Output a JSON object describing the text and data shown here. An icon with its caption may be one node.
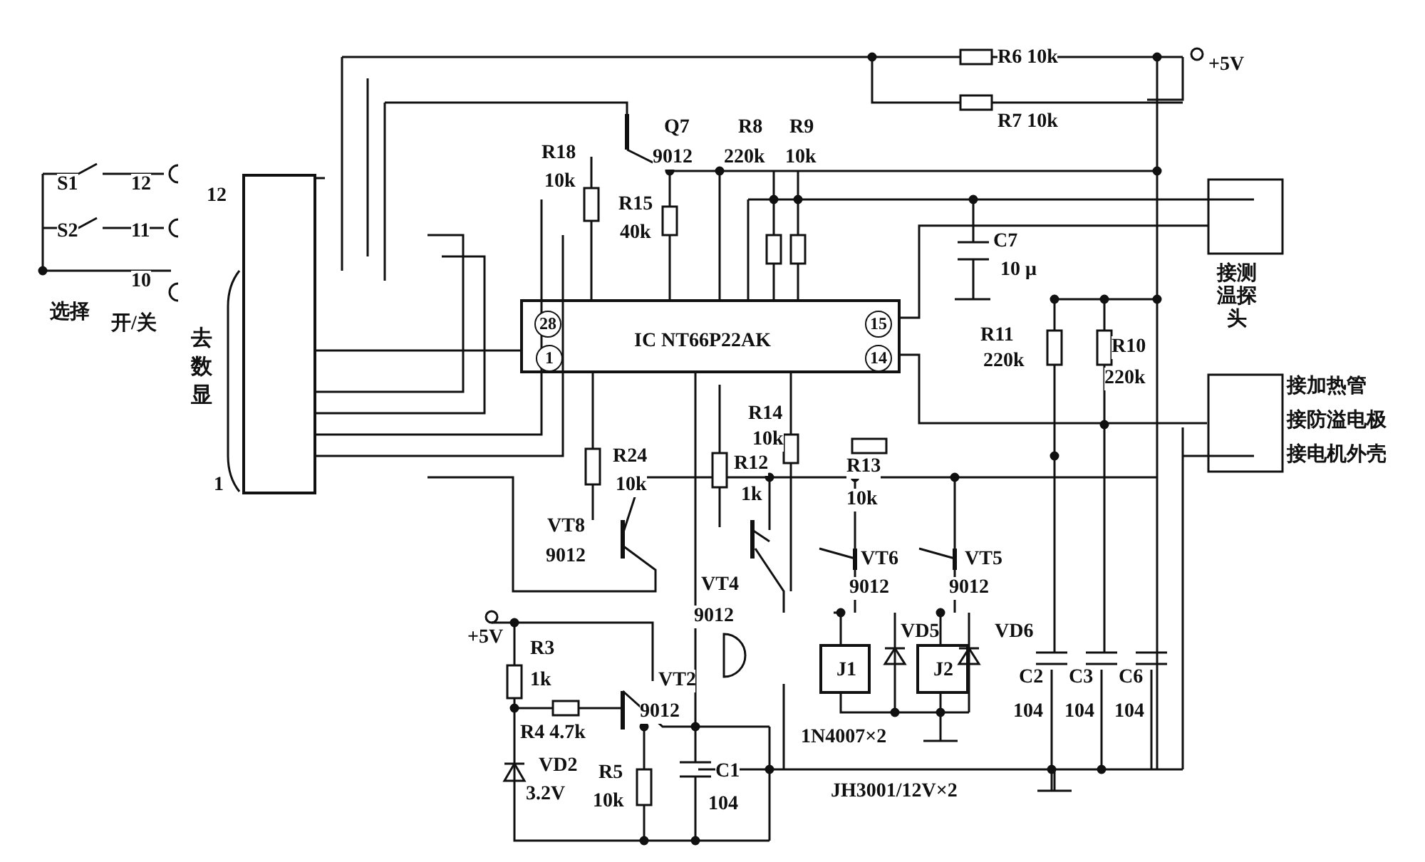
{
  "diagram": {
    "nodes": [
      {
        "text": [],
        "shape": "box",
        "beside": [
          "12",
          "去数显",
          "1"
        ]
      },
      {
        "text": [
          "28",
          "1",
          "IC NT66P22AK",
          "15",
          "14"
        ]
      },
      {
        "text": [
          "接测温探头"
        ]
      },
      {
        "text": [
          "接加热管",
          "接防溢电极",
          "接电机外壳"
        ]
      },
      {
        "text": [
          "J1"
        ]
      },
      {
        "text": [
          "J2"
        ]
      }
    ],
    "edges": [
      {
        "from": 0,
        "to": 1,
        "arrow": "none"
      },
      {
        "from": 1,
        "to": 2,
        "arrow": "none"
      },
      {
        "from": 1,
        "to": 3,
        "arrow": "none"
      }
    ],
    "labels": [
      "R6 10k",
      "+5V",
      "R7 10k",
      "Q7",
      "R8",
      "R9",
      "R18",
      "9012",
      "220k",
      "10k",
      "S1",
      "12",
      "10k",
      "R15",
      "S2",
      "11",
      "40k",
      "C7",
      "10 μ",
      "10",
      "选择",
      "开/关",
      "R11",
      "R10",
      "220k",
      "220k",
      "R14",
      "10k",
      "R24",
      "R12",
      "R13",
      "10k",
      "1k",
      "10k",
      "VT8",
      "9012",
      "VT6",
      "VT5",
      "VT4",
      "9012",
      "9012",
      "9012",
      "+5V",
      "VD5",
      "VD6",
      "R3",
      "1k",
      "VT2",
      "C2",
      "C3",
      "C6",
      "9012",
      "104",
      "104",
      "104",
      "R4 4.7k",
      "1N4007×2",
      "VD2",
      "R5",
      "C1",
      "3.2V",
      "10k",
      "104",
      "JH3001/12V×2"
    ]
  }
}
